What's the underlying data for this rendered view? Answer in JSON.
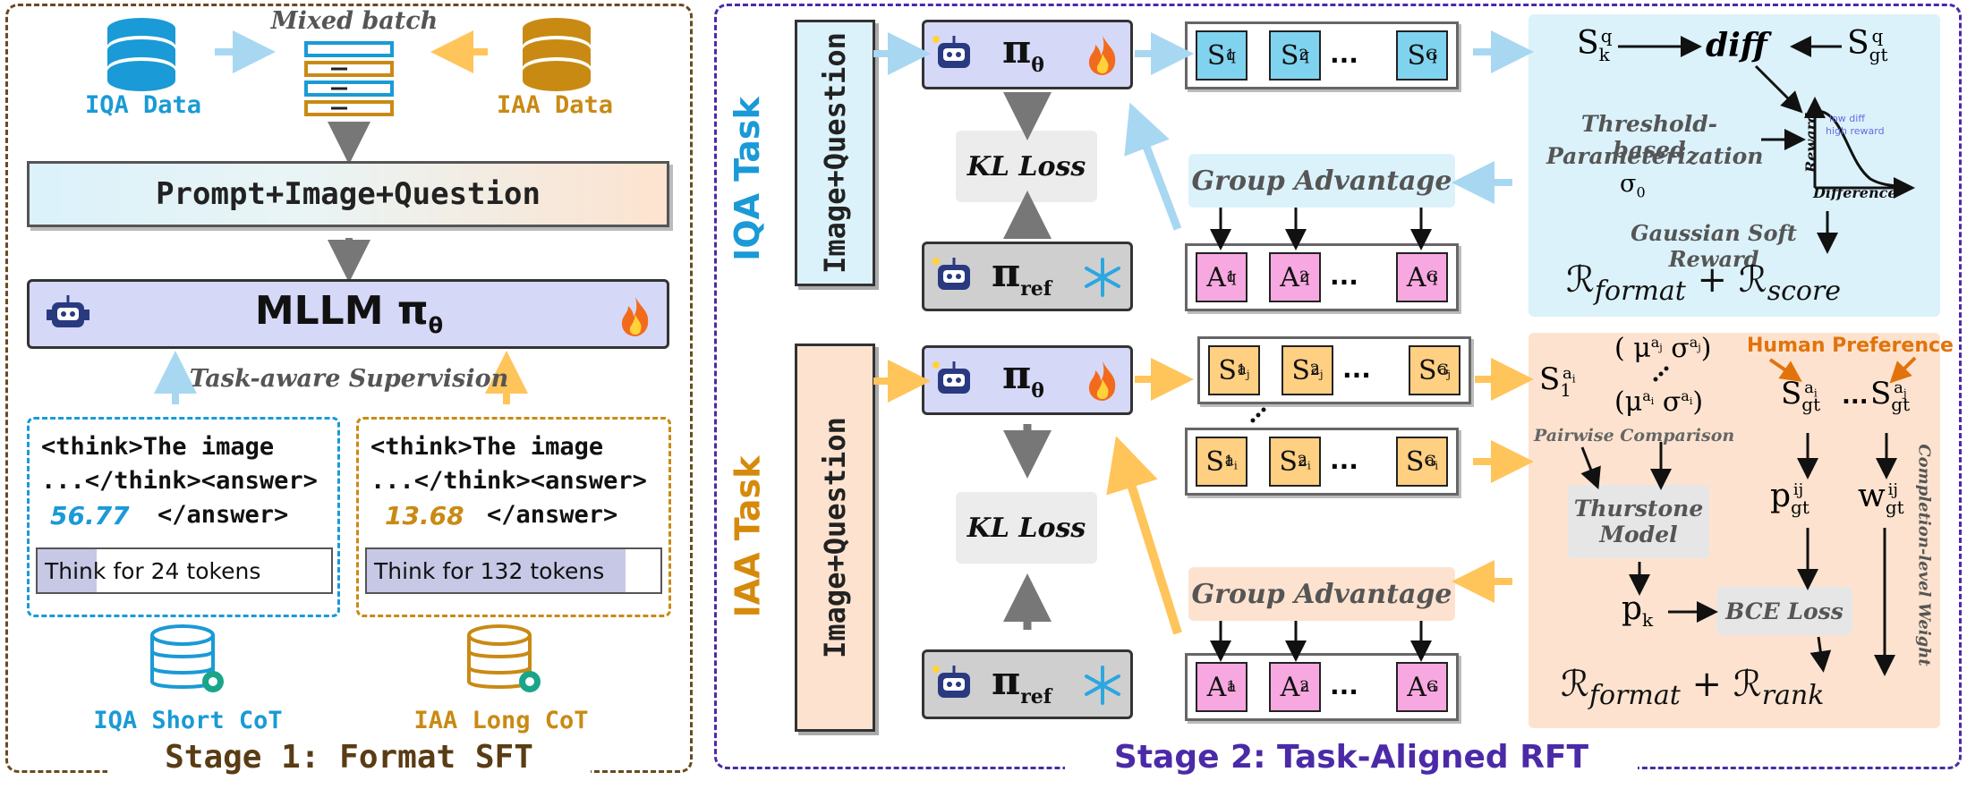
{
  "stage1": {
    "title": "Stage 1: Format SFT",
    "mixed_batch": "Mixed batch",
    "iqa_data": "IQA Data",
    "iaa_data": "IAA Data",
    "prompt_bar": "Prompt+Image+Question",
    "mllm": "MLLM π",
    "mllm_sub": "θ",
    "supervision": "Task-aware Supervision",
    "iqa_example": {
      "line1": "<think>The image",
      "line2": "...</think><answer>",
      "score": "56.77",
      "close": "</answer>",
      "tokens": "Think for 24 tokens",
      "fill": 0.2
    },
    "iaa_example": {
      "line1": "<think>The image",
      "line2": "...</think><answer>",
      "score": "13.68",
      "close": "</answer>",
      "tokens": "Think for 132 tokens",
      "fill": 0.88
    },
    "iqa_cot": "IQA Short CoT",
    "iaa_cot": "IAA Long CoT"
  },
  "stage2": {
    "title": "Stage 2: Task-Aligned RFT",
    "iqa_task": "IQA Task",
    "iaa_task": "IAA Task",
    "image_question": "Image+Question",
    "kl_loss": "KL Loss",
    "group_advantage": "Group Advantage",
    "pi": "π",
    "theta": "θ",
    "ref": "ref",
    "ellipsis": "...",
    "iqa_reward": {
      "diff": "diff",
      "threshold_1": "Threshold-based",
      "threshold_2": "Parameterization",
      "sigma": "σ",
      "sigma_sub": "0",
      "reward_axis": "Reward",
      "difference_axis": "Difference",
      "note_1": "low diff",
      "note_2": "high reward",
      "gaussian": "Gaussian Soft Reward",
      "formula_a": "format",
      "formula_b": "score"
    },
    "iaa_reward": {
      "human_pref": "Human Preference",
      "pairwise": "Pairwise Comparison",
      "thurstone_1": "Thurstone",
      "thurstone_2": "Model",
      "bce": "BCE Loss",
      "completion_weight": "Completion-level Weight",
      "formula_a": "format",
      "formula_b": "rank"
    }
  },
  "colors": {
    "iqa_blue": "#1a9ad6",
    "iaa_orange": "#d68a0c",
    "stage1_brown": "#5a3c14",
    "stage2_purple": "#4b2aa8",
    "policy_fill": "#d6d8f7",
    "ref_fill": "#cfcfcf",
    "iqa_cell": "#7fd3ef",
    "iaa_cell": "#ffcf82",
    "adv_cell": "#f7a8e0",
    "iqa_panel": "#dbf2fb",
    "iaa_panel": "#fde3cf"
  }
}
